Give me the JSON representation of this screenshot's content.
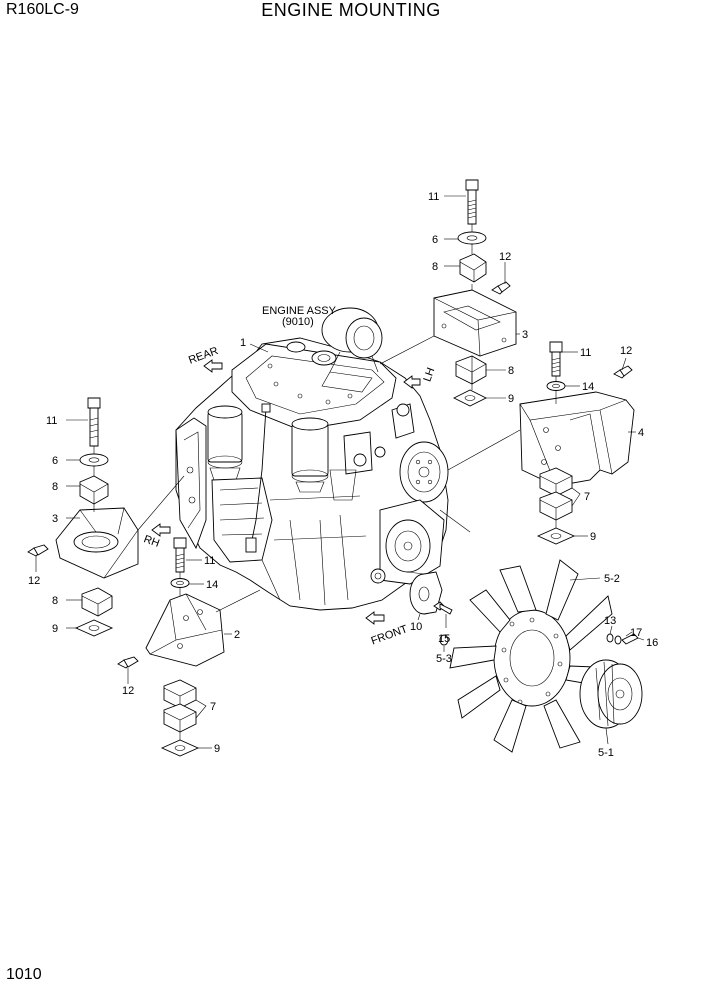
{
  "header": {
    "model": "R160LC-9",
    "title": "ENGINE MOUNTING"
  },
  "footer": {
    "page_number": "1010"
  },
  "engine": {
    "name": "ENGINE ASSY",
    "code": "(9010)"
  },
  "directions": {
    "rear": "REAR",
    "lh": "LH",
    "rh": "RH",
    "front": "FRONT"
  },
  "callouts": {
    "c1": "1",
    "c2": "2",
    "c3": "3",
    "c4": "4",
    "c5_1": "5-1",
    "c5_2": "5-2",
    "c5_3": "5-3",
    "c6": "6",
    "c7": "7",
    "c8": "8",
    "c9": "9",
    "c10": "10",
    "c11": "11",
    "c12": "12",
    "c13": "13",
    "c14": "14",
    "c15": "15",
    "c16": "16",
    "c17": "17"
  }
}
